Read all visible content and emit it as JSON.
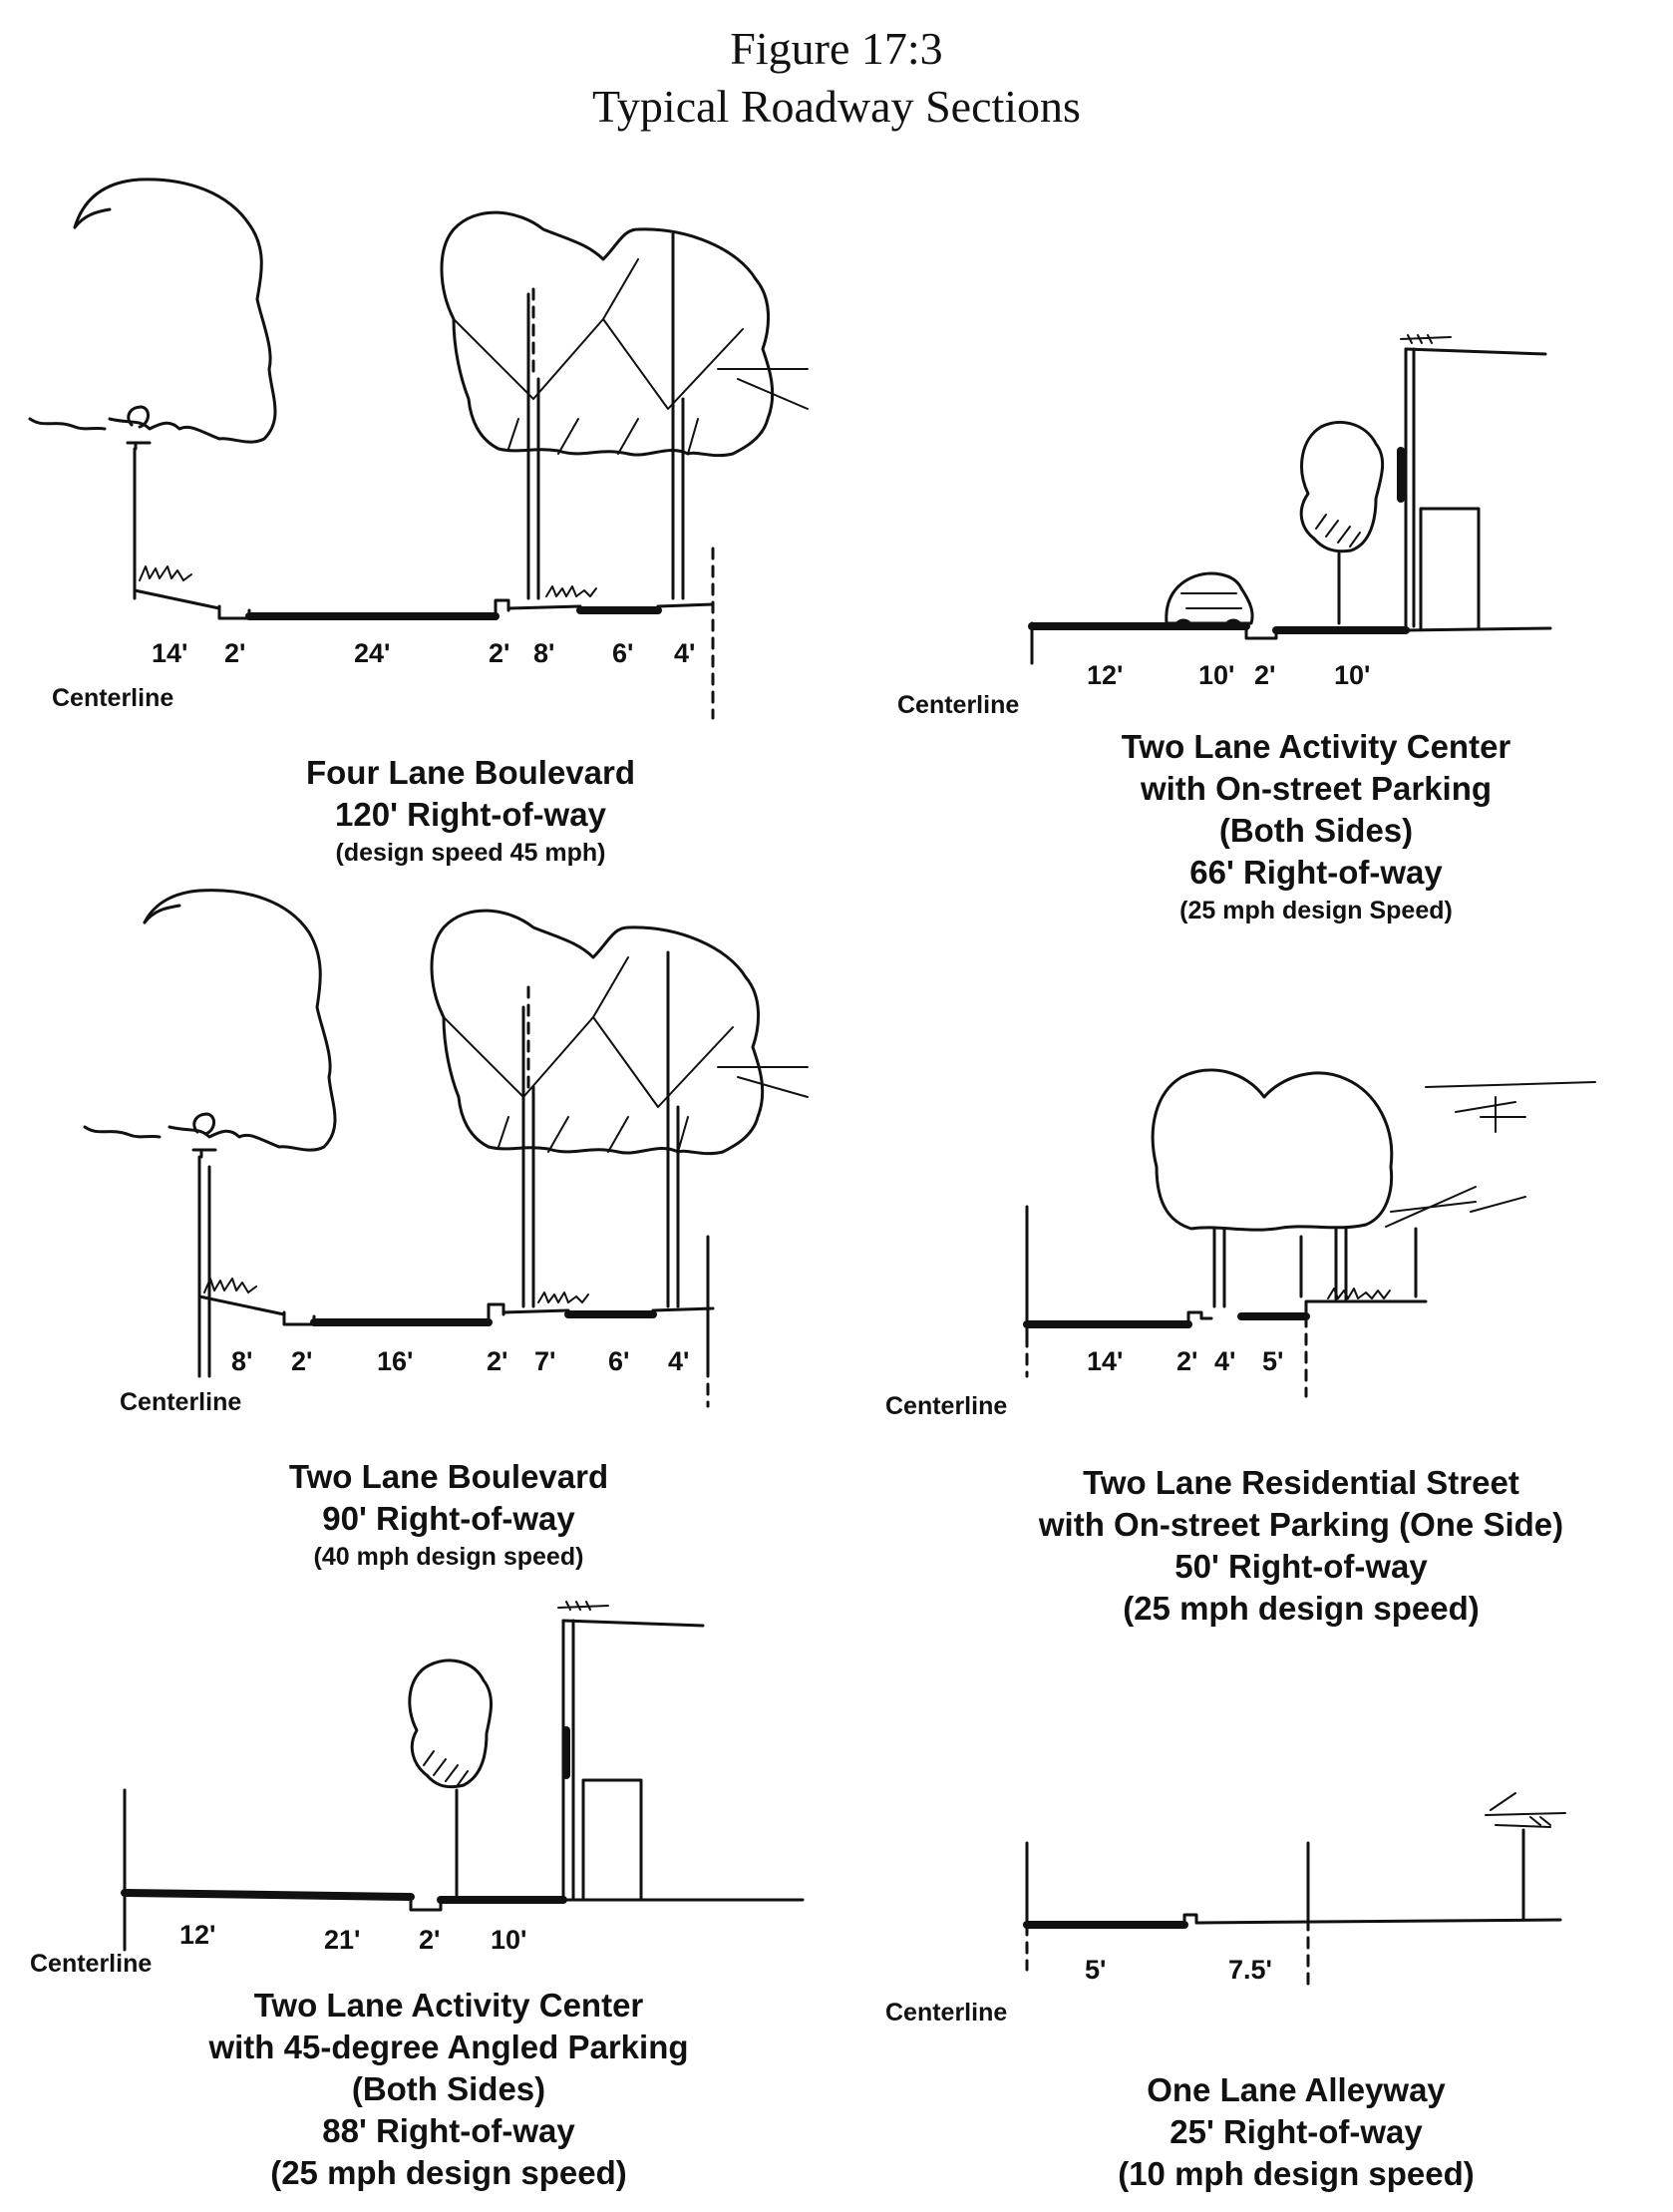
{
  "figure": {
    "number_label": "Figure 17:3",
    "title": "Typical Roadway Sections"
  },
  "sections": {
    "four_lane_boulevard": {
      "dims": [
        "14'",
        "2'",
        "24'",
        "2'",
        "8'",
        "6'",
        "4'"
      ],
      "centerline": "Centerline",
      "name": "Four Lane Boulevard",
      "row": "120' Right-of-way",
      "speed": "(design speed 45 mph)"
    },
    "two_lane_activity_parallel": {
      "dims": [
        "12'",
        "10'",
        "2'",
        "10'"
      ],
      "centerline": "Centerline",
      "name1": "Two Lane Activity Center",
      "name2": "with On-street Parking",
      "name3": "(Both Sides)",
      "row": "66' Right-of-way",
      "speed": "(25 mph design Speed)"
    },
    "two_lane_boulevard": {
      "dims": [
        "8'",
        "2'",
        "16'",
        "2'",
        "7'",
        "6'",
        "4'"
      ],
      "centerline": "Centerline",
      "name": "Two Lane Boulevard",
      "row": "90' Right-of-way",
      "speed": "(40 mph design speed)"
    },
    "two_lane_residential": {
      "dims": [
        "14'",
        "2'",
        "4'",
        "5'"
      ],
      "centerline": "Centerline",
      "name1": "Two Lane Residential Street",
      "name2": "with On-street Parking (One Side)",
      "row": "50' Right-of-way",
      "speed": "(25 mph design speed)"
    },
    "two_lane_activity_angled": {
      "dims": [
        "12'",
        "21'",
        "2'",
        "10'"
      ],
      "centerline": "Centerline",
      "name1": "Two Lane Activity Center",
      "name2": "with 45-degree Angled Parking",
      "name3": "(Both Sides)",
      "row": "88' Right-of-way",
      "speed": "(25 mph design speed)"
    },
    "one_lane_alleyway": {
      "dims": [
        "5'",
        "7.5'"
      ],
      "centerline": "Centerline",
      "name": "One Lane Alleyway",
      "row": "25' Right-of-way",
      "speed": "(10 mph design speed)"
    }
  }
}
